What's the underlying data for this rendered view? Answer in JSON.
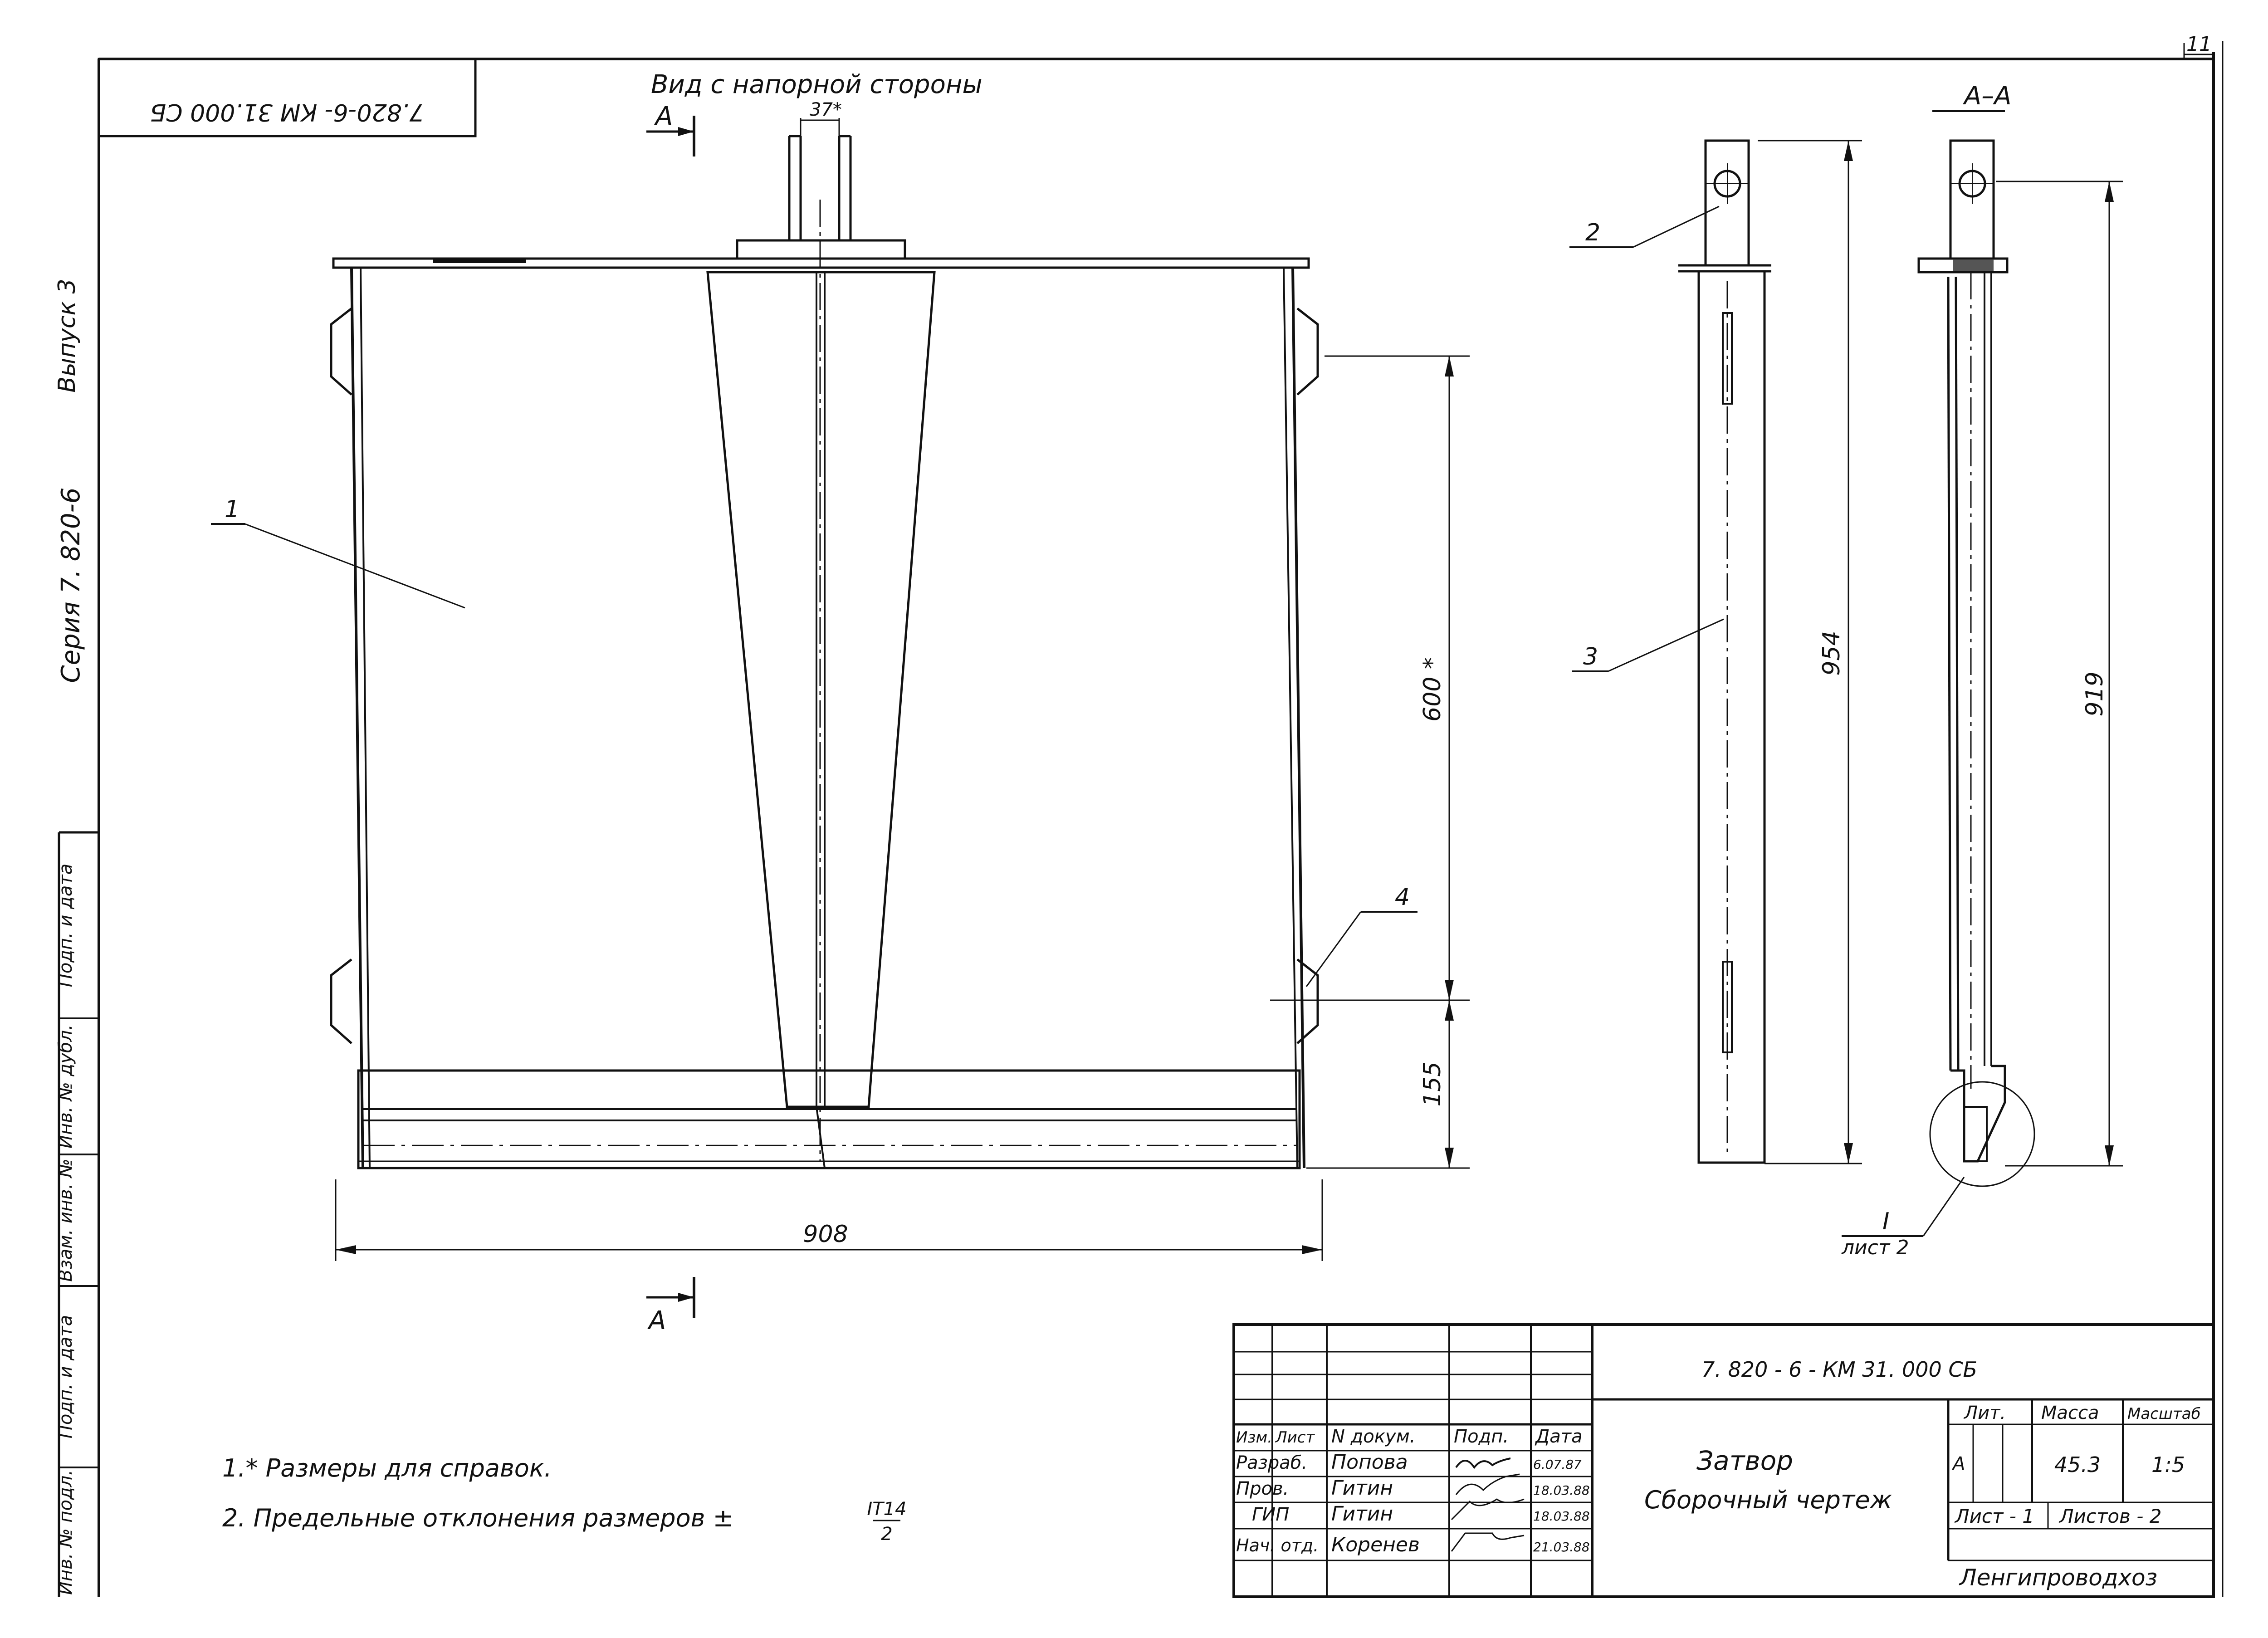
{
  "sheet_number": "11",
  "stamp_code_rotated": "7.820-6- КМ 31.000 СБ",
  "view_title": "Вид с напорной стороны",
  "section_marker": "А",
  "section_title": "А–А",
  "dimensions": {
    "stem_gap": "37*",
    "height_600": "600 *",
    "height_155": "155",
    "width_908": "908",
    "height_954": "954",
    "height_919": "919"
  },
  "callouts": {
    "c1": "1",
    "c2": "2",
    "c3": "3",
    "c4": "4",
    "detail_ref": "I",
    "detail_sheet": "лист 2"
  },
  "side_labels": {
    "issue": "Выпуск 3",
    "series": "Серия  7. 820-6"
  },
  "side_table": [
    "Инв. № подл.",
    "Подп. и дата",
    "Взам. инв. №",
    "Инв. № дубл.",
    "Подп. и дата"
  ],
  "notes": [
    "1.* Размеры для справок.",
    "2. Предельные отклонения размеров ±"
  ],
  "tolerance": {
    "numerator": "IT14",
    "denominator": "2"
  },
  "title_block": {
    "doc_code": "7. 820 - 6 - КМ 31. 000 СБ",
    "product_title": "Затвор",
    "product_subtitle": "Сборочный чертеж",
    "headers": [
      "Изм.",
      "Лист",
      "N докум.",
      "Подп.",
      "Дата"
    ],
    "rows": [
      {
        "role": "Разраб.",
        "name": "Попова",
        "date": "6.07.87"
      },
      {
        "role": "Пров.",
        "name": "Гитин",
        "date": "18.03.88"
      },
      {
        "role": "ГИП",
        "name": "Гитин",
        "date": "18.03.88"
      },
      {
        "role": "Нач. отд.",
        "name": "Коренев",
        "date": "21.03.88"
      }
    ],
    "lit_header": "Лит.",
    "mass_header": "Масса",
    "scale_header": "Масштаб",
    "lit_value": "А",
    "mass_value": "45.3",
    "scale_value": "1:5",
    "sheet_label": "Лист - 1",
    "sheets_label": "Листов - 2",
    "organization": "Ленгипроводхоз"
  }
}
